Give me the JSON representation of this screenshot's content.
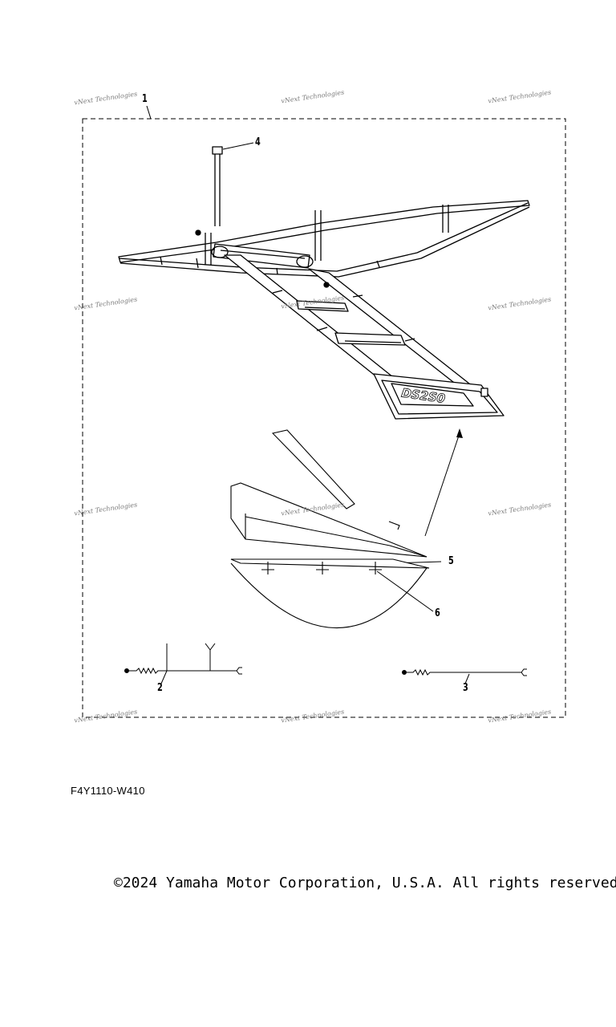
{
  "watermark": "vNext Technologies",
  "callouts": [
    "1",
    "2",
    "3",
    "4",
    "5",
    "6"
  ],
  "tower_logo": "DS2S0",
  "diagram_code": "F4Y1110-W410",
  "copyright": "©2024 Yamaha Motor Corporation, U.S.A. All rights reserved."
}
